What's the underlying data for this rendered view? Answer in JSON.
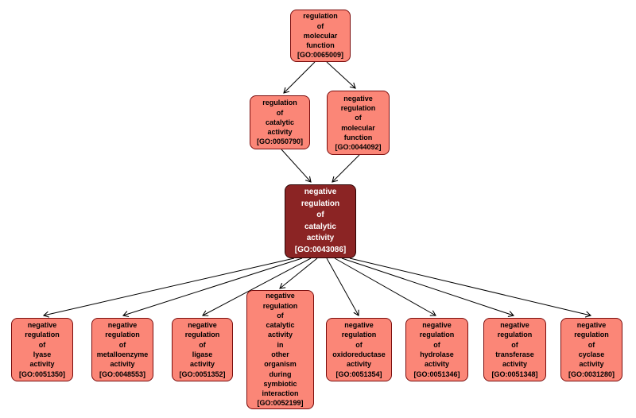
{
  "diagram": {
    "colors": {
      "background": "#ffffff",
      "node_fill": "#fb8677",
      "node_border": "#7a0c0c",
      "node_text": "#000000",
      "highlight_fill": "#8b2424",
      "highlight_border": "#2b0303",
      "highlight_text": "#ffffff",
      "edge": "#000000"
    },
    "nodes": [
      {
        "id": "GO:0065009",
        "label": "regulation\nof\nmolecular\nfunction\n[GO:0065009]"
      },
      {
        "id": "GO:0050790",
        "label": "regulation\nof\ncatalytic\nactivity\n[GO:0050790]"
      },
      {
        "id": "GO:0044092",
        "label": "negative\nregulation\nof\nmolecular\nfunction\n[GO:0044092]"
      },
      {
        "id": "GO:0043086",
        "label": "negative\nregulation\nof\ncatalytic\nactivity\n[GO:0043086]"
      },
      {
        "id": "GO:0051350",
        "label": "negative\nregulation\nof\nlyase\nactivity\n[GO:0051350]"
      },
      {
        "id": "GO:0048553",
        "label": "negative\nregulation\nof\nmetalloenzyme\nactivity\n[GO:0048553]"
      },
      {
        "id": "GO:0051352",
        "label": "negative\nregulation\nof\nligase\nactivity\n[GO:0051352]"
      },
      {
        "id": "GO:0052199",
        "label": "negative\nregulation\nof\ncatalytic\nactivity\nin\nother\norganism\nduring\nsymbiotic\ninteraction\n[GO:0052199]"
      },
      {
        "id": "GO:0051354",
        "label": "negative\nregulation\nof\noxidoreductase\nactivity\n[GO:0051354]"
      },
      {
        "id": "GO:0051346",
        "label": "negative\nregulation\nof\nhydrolase\nactivity\n[GO:0051346]"
      },
      {
        "id": "GO:0051348",
        "label": "negative\nregulation\nof\ntransferase\nactivity\n[GO:0051348]"
      },
      {
        "id": "GO:0031280",
        "label": "negative\nregulation\nof\ncyclase\nactivity\n[GO:0031280]"
      }
    ],
    "edges": [
      {
        "from": "GO:0065009",
        "to": "GO:0050790"
      },
      {
        "from": "GO:0065009",
        "to": "GO:0044092"
      },
      {
        "from": "GO:0050790",
        "to": "GO:0043086"
      },
      {
        "from": "GO:0044092",
        "to": "GO:0043086"
      },
      {
        "from": "GO:0043086",
        "to": "GO:0051350"
      },
      {
        "from": "GO:0043086",
        "to": "GO:0048553"
      },
      {
        "from": "GO:0043086",
        "to": "GO:0051352"
      },
      {
        "from": "GO:0043086",
        "to": "GO:0052199"
      },
      {
        "from": "GO:0043086",
        "to": "GO:0051354"
      },
      {
        "from": "GO:0043086",
        "to": "GO:0051346"
      },
      {
        "from": "GO:0043086",
        "to": "GO:0051348"
      },
      {
        "from": "GO:0043086",
        "to": "GO:0031280"
      }
    ]
  }
}
